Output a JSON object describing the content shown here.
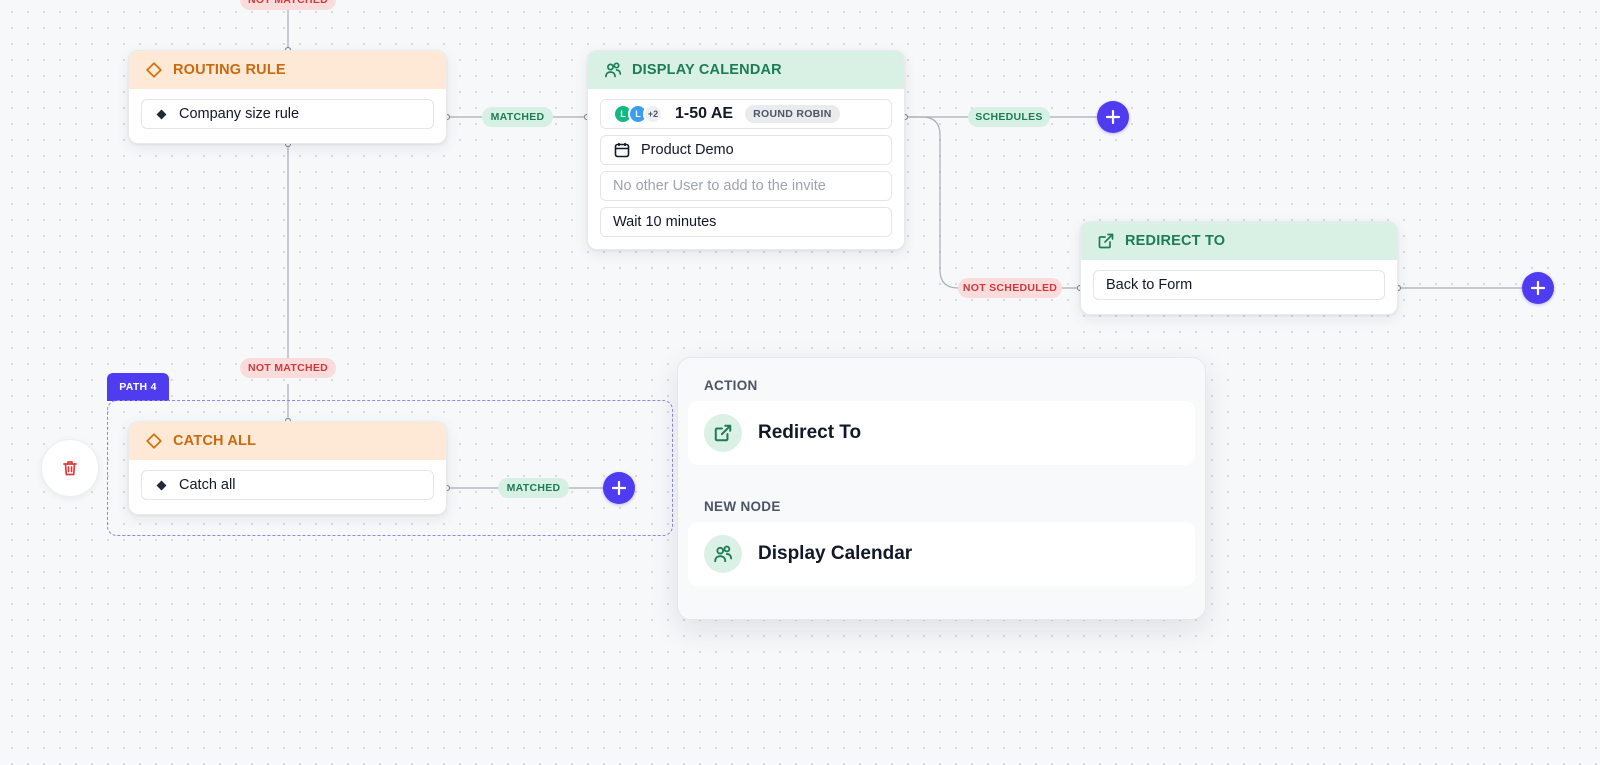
{
  "canvas": {
    "top_label": "NOT MATCHED"
  },
  "routing_rule": {
    "title": "ROUTING RULE",
    "icon": "diamond-outline-icon",
    "rule": "Company size rule"
  },
  "edges": {
    "matched_1": "MATCHED",
    "schedules": "SCHEDULES",
    "not_scheduled": "NOT SCHEDULED",
    "not_matched": "NOT MATCHED",
    "matched_2": "MATCHED"
  },
  "display_calendar": {
    "title": "DISPLAY CALENDAR",
    "icon": "users-icon",
    "avatars": [
      "L",
      "L"
    ],
    "avatars_more": "+2",
    "team": "1-50 AE",
    "mode": "ROUND ROBIN",
    "event": "Product Demo",
    "guests_placeholder": "No other User to add to the invite",
    "wait": "Wait 10 minutes"
  },
  "redirect_to": {
    "title": "REDIRECT TO",
    "icon": "external-link-icon",
    "target": "Back to Form"
  },
  "path4": {
    "tag": "PATH 4"
  },
  "catch_all": {
    "title": "CATCH ALL",
    "icon": "diamond-outline-icon",
    "rule": "Catch all"
  },
  "menu": {
    "section_action": "ACTION",
    "action_item": "Redirect To",
    "section_new_node": "NEW NODE",
    "new_node_item": "Display Calendar"
  },
  "colors": {
    "accent": "#4f3cf0",
    "orange_head": "#fde9d6",
    "orange_text": "#c86a0f",
    "green_head": "#d8f1e4",
    "green_text": "#1d7c55",
    "red_pill": "#fbdcdc",
    "red_text": "#d0383a"
  }
}
